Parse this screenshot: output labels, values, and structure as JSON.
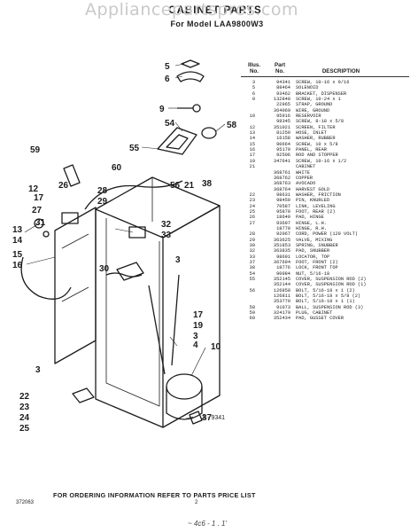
{
  "watermark": "Appliancepartspros.com",
  "title": "CABINET PARTS",
  "subtitle": "For Model LAA9800W3",
  "table": {
    "header_illus": [
      "Illus.",
      "No."
    ],
    "header_part": [
      "Part",
      "No."
    ],
    "header_desc": "DESCRIPTION",
    "rows": [
      {
        "no": "3",
        "part": "94341",
        "desc": "SCREW, 10-16 x 9/16"
      },
      {
        "no": "5",
        "part": "88464",
        "desc": "SOLENOID"
      },
      {
        "no": "6",
        "part": "93462",
        "desc": "BRACKET, DISPENSER"
      },
      {
        "no": "9",
        "part": "132848",
        "desc": "SCREW, 10-24 x 1"
      },
      {
        "no": "",
        "part": "22965",
        "desc": "STRAP, GROUND"
      },
      {
        "no": "",
        "part": "364069",
        "desc": "WIRE, GROUND"
      },
      {
        "no": "10",
        "part": "95916",
        "desc": "RESERVOIR"
      },
      {
        "no": "",
        "part": "98345",
        "desc": "SCREW, 8-18 x 5/8"
      },
      {
        "no": "12",
        "part": "351021",
        "desc": "SCREEN, FILTER"
      },
      {
        "no": "13",
        "part": "81259",
        "desc": "HOSE, INLET"
      },
      {
        "no": "14",
        "part": "16158",
        "desc": "WASHER, RUBBER"
      },
      {
        "no": "15",
        "part": "90664",
        "desc": "SCREW, 10 x 5/8"
      },
      {
        "no": "16",
        "part": "95179",
        "desc": "PANEL, REAR"
      },
      {
        "no": "17",
        "part": "92506",
        "desc": "ROD AND STOPPER"
      },
      {
        "no": "19",
        "part": "347641",
        "desc": "SCREW, 10-16 x 1/2"
      },
      {
        "no": "21",
        "part": "",
        "desc": "CABINET"
      },
      {
        "no": "",
        "part": "368761",
        "desc": "WHITE"
      },
      {
        "no": "",
        "part": "368762",
        "desc": "COPPER"
      },
      {
        "no": "",
        "part": "368763",
        "desc": "AVOCADO"
      },
      {
        "no": "",
        "part": "368764",
        "desc": "HARVEST GOLD"
      },
      {
        "no": "22",
        "part": "98631",
        "desc": "WASHER, FRICTION"
      },
      {
        "no": "23",
        "part": "98459",
        "desc": "PIN, KNURLED"
      },
      {
        "no": "24",
        "part": "70587",
        "desc": "LINK, LEVELING"
      },
      {
        "no": "25",
        "part": "95879",
        "desc": "FOOT, REAR (2)"
      },
      {
        "no": "26",
        "part": "18649",
        "desc": "PAD, HINGE"
      },
      {
        "no": "27",
        "part": "93697",
        "desc": "HINGE, L.H."
      },
      {
        "no": "",
        "part": "18770",
        "desc": "HINGE, R.H."
      },
      {
        "no": "28",
        "part": "92067",
        "desc": "CORD, POWER (120 VOLT)"
      },
      {
        "no": "29",
        "part": "363625",
        "desc": "VALVE, MIXING"
      },
      {
        "no": "30",
        "part": "351853",
        "desc": "SPRING, SNUBBER"
      },
      {
        "no": "32",
        "part": "363835",
        "desc": "PAD, SNUBBER"
      },
      {
        "no": "33",
        "part": "98691",
        "desc": "LOCATOR, TOP"
      },
      {
        "no": "37",
        "part": "367694",
        "desc": "FOOT, FRONT (2)"
      },
      {
        "no": "38",
        "part": "18776",
        "desc": "LOCK, FRONT TOP"
      },
      {
        "no": "54",
        "part": "90984",
        "desc": "NUT, 5/16-18"
      },
      {
        "no": "55",
        "part": "352145",
        "desc": "COVER, SUSPENSION ROD (2)"
      },
      {
        "no": "",
        "part": "352144",
        "desc": "COVER, SUSPENSION ROD (1)"
      },
      {
        "no": "56",
        "part": "126858",
        "desc": "BOLT, 5/16-18 x 1 (2)"
      },
      {
        "no": "",
        "part": "126811",
        "desc": "BOLT, 5/16-18 x 5/8 (2)"
      },
      {
        "no": "",
        "part": "353770",
        "desc": "BOLT, 5/16-18 x 1 (1)"
      },
      {
        "no": "58",
        "part": "91073",
        "desc": "BALL, SUSPENSION ROD (3)"
      },
      {
        "no": "59",
        "part": "324179",
        "desc": "PLUG, CABINET"
      },
      {
        "no": "60",
        "part": "352434",
        "desc": "PAD, GUSSET COVER"
      }
    ]
  },
  "callouts": [
    "5",
    "6",
    "9",
    "54",
    "58",
    "55",
    "59",
    "60",
    "56",
    "21",
    "38",
    "12",
    "26",
    "28",
    "29",
    "17",
    "27",
    "31",
    "32",
    "33",
    "3",
    "13",
    "14",
    "15",
    "16",
    "30",
    "3",
    "17",
    "19",
    "3",
    "4",
    "10",
    "22",
    "23",
    "24",
    "25",
    "37"
  ],
  "figure_id": "A - 9341",
  "footer_text": "FOR ORDERING INFORMATION REFER TO PARTS PRICE LIST",
  "doc_code": "372063",
  "page_number": "2",
  "scribble": "~ 4c6 - 1 . 1'"
}
